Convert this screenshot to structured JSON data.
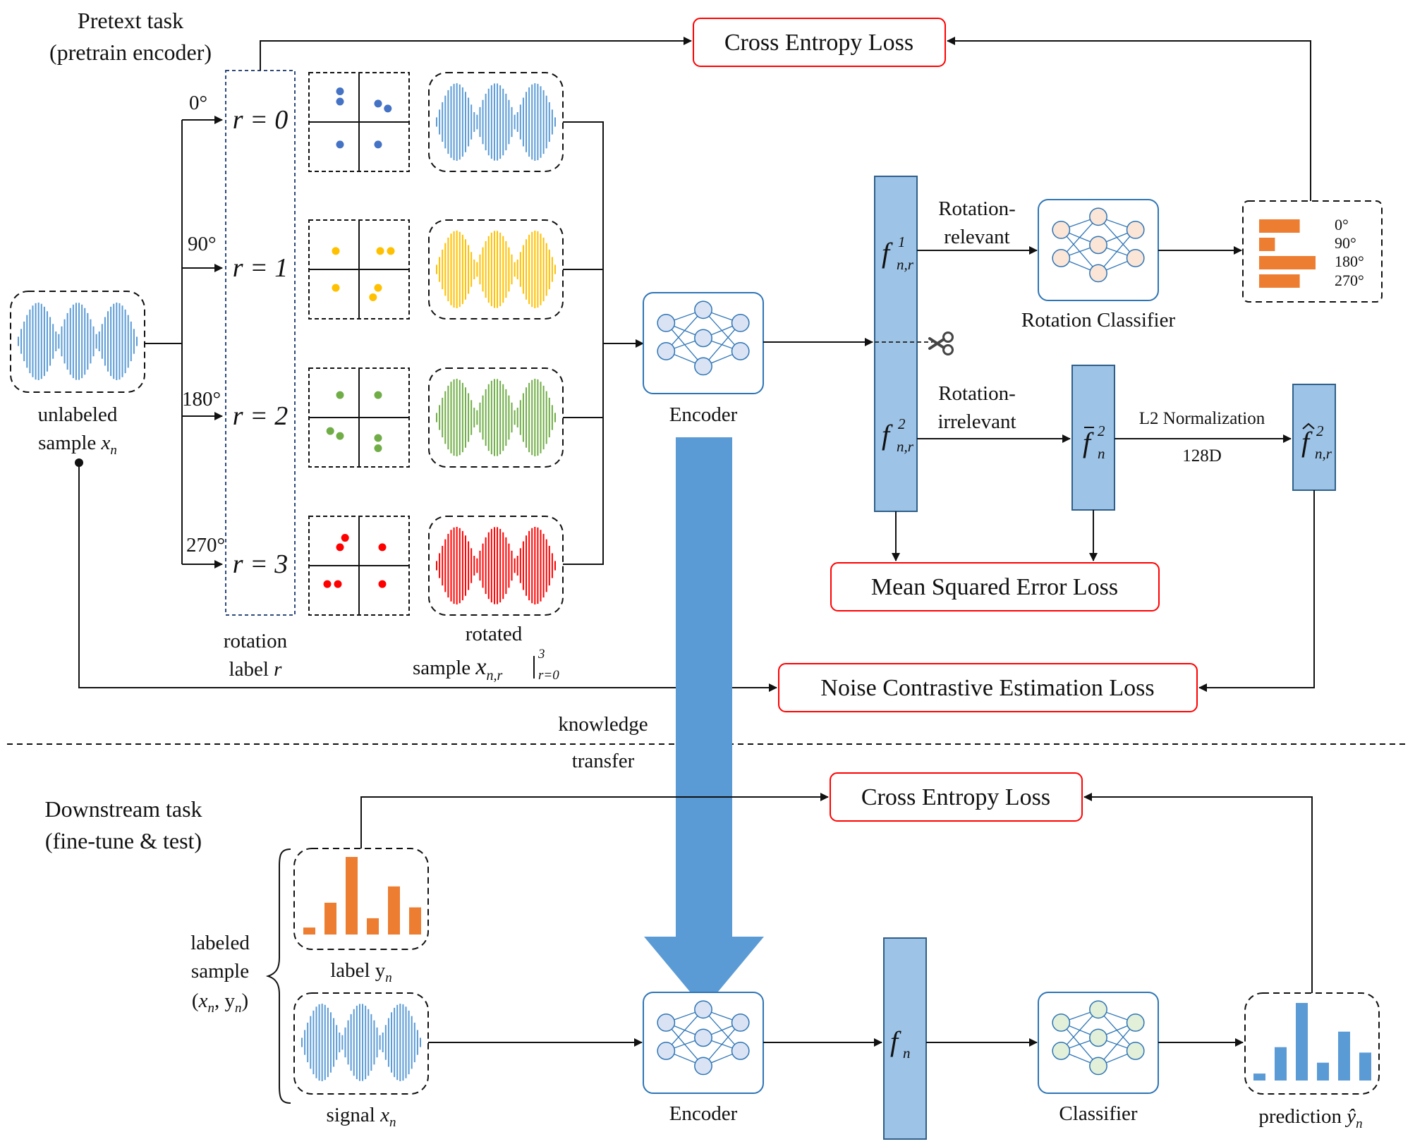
{
  "sections": {
    "pretext_line1": "Pretext task",
    "pretext_line2": "(pretrain encoder)",
    "downstream_line1": "Downstream task",
    "downstream_line2": "(fine-tune & test)"
  },
  "pretext": {
    "input_label_1": "unlabeled",
    "input_label_2": "sample ",
    "input_var": "x",
    "input_sub": "n",
    "angles": [
      "0°",
      "90°",
      "180°",
      "270°"
    ],
    "rotation_labels": [
      "r = 0",
      "r = 1",
      "r = 2",
      "r = 3"
    ],
    "rotation_caption_1": "rotation",
    "rotation_caption_2": "label ",
    "rotation_caption_var": "r",
    "rotated_caption_1": "rotated",
    "rotated_caption_2": "sample ",
    "rotated_caption_var": "x",
    "rotated_caption_sub": "n,r",
    "rotated_caption_range_top": "3",
    "rotated_caption_range_bottom": "r=0",
    "encoder_label": "Encoder",
    "feature1_var": "f",
    "feature1_sup": "1",
    "feature1_sub": "n,r",
    "feature2_var": "f",
    "feature2_sup": "2",
    "feature2_sub": "n,r",
    "relevant_label_1": "Rotation-",
    "relevant_label_2": "relevant",
    "irrelevant_label_1": "Rotation-",
    "irrelevant_label_2": "irrelevant",
    "classifier_label": "Rotation Classifier",
    "output_angles": [
      "0°",
      "90°",
      "180°",
      "270°"
    ],
    "output_bar_values": [
      0.72,
      0.28,
      1.0,
      0.72
    ],
    "mean_var": "f",
    "mean_sup": "2",
    "mean_sub": "n",
    "l2_label": "L2 Normalization",
    "dim_label": "128D",
    "norm_var": "f",
    "norm_sup": "2",
    "norm_sub": "n,r",
    "cross_entropy_loss": "Cross Entropy Loss",
    "mse_loss": "Mean Squared Error Loss",
    "nce_loss": "Noise Contrastive Estimation Loss"
  },
  "transfer": {
    "label_1": "knowledge",
    "label_2": "transfer"
  },
  "downstream": {
    "labeled_1": "labeled",
    "labeled_2": "sample",
    "labeled_3_open": "(",
    "labeled_3_x": "x",
    "labeled_3_xsub": "n",
    "labeled_3_sep": ", y",
    "labeled_3_ysub": "n",
    "labeled_3_close": ")",
    "label_caption": "label y",
    "label_caption_sub": "n",
    "label_bar_values": [
      0.09,
      0.41,
      1.0,
      0.21,
      0.62,
      0.35
    ],
    "signal_caption": "signal ",
    "signal_var": "x",
    "signal_sub": "n",
    "encoder_label": "Encoder",
    "feature_var": "f",
    "feature_sub": "n",
    "classifier_label": "Classifier",
    "prediction_caption": "prediction ",
    "prediction_var": "ŷ",
    "prediction_sub": "n",
    "prediction_bar_values": [
      0.09,
      0.43,
      1.0,
      0.23,
      0.63,
      0.36
    ],
    "cross_entropy_loss": "Cross Entropy Loss"
  },
  "colors": {
    "waveform_blue": "#5b9bd5",
    "yellow": "#ffc000",
    "green": "#70ad47",
    "red": "#ff0000",
    "dot_blue": "#4472c4",
    "orange": "#ed7d31",
    "feature_fill": "#9dc3e6",
    "feature_stroke": "#2e5f8a",
    "loss_border": "#ff0000",
    "transfer_arrow": "#5b9bd5",
    "network_encoder": "#dae3f3",
    "network_rotation": "#fbe5d6",
    "network_classifier": "#e2f0d9",
    "network_stroke": "#2e75b6"
  },
  "icons": {
    "cut": "scissors-icon"
  }
}
